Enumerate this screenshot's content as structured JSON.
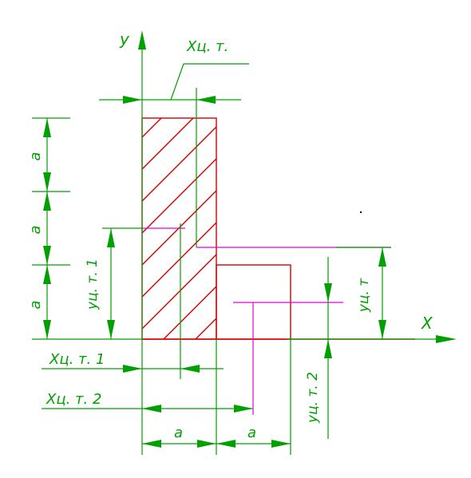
{
  "labels": {
    "axis_y": "y",
    "axis_x": "X",
    "xc": "Xц. т.",
    "yc": "yц. т",
    "xc1": "Xц. т. 1",
    "xc2": "Xц. т. 2",
    "yc1": "yц. т. 1",
    "yc2": "yц. т. 2",
    "dim_a": "a"
  },
  "colors": {
    "dimension": "#00a000",
    "section_outline": "#d40000",
    "centroid_lines": "#e000e0",
    "background": "#ffffff"
  }
}
